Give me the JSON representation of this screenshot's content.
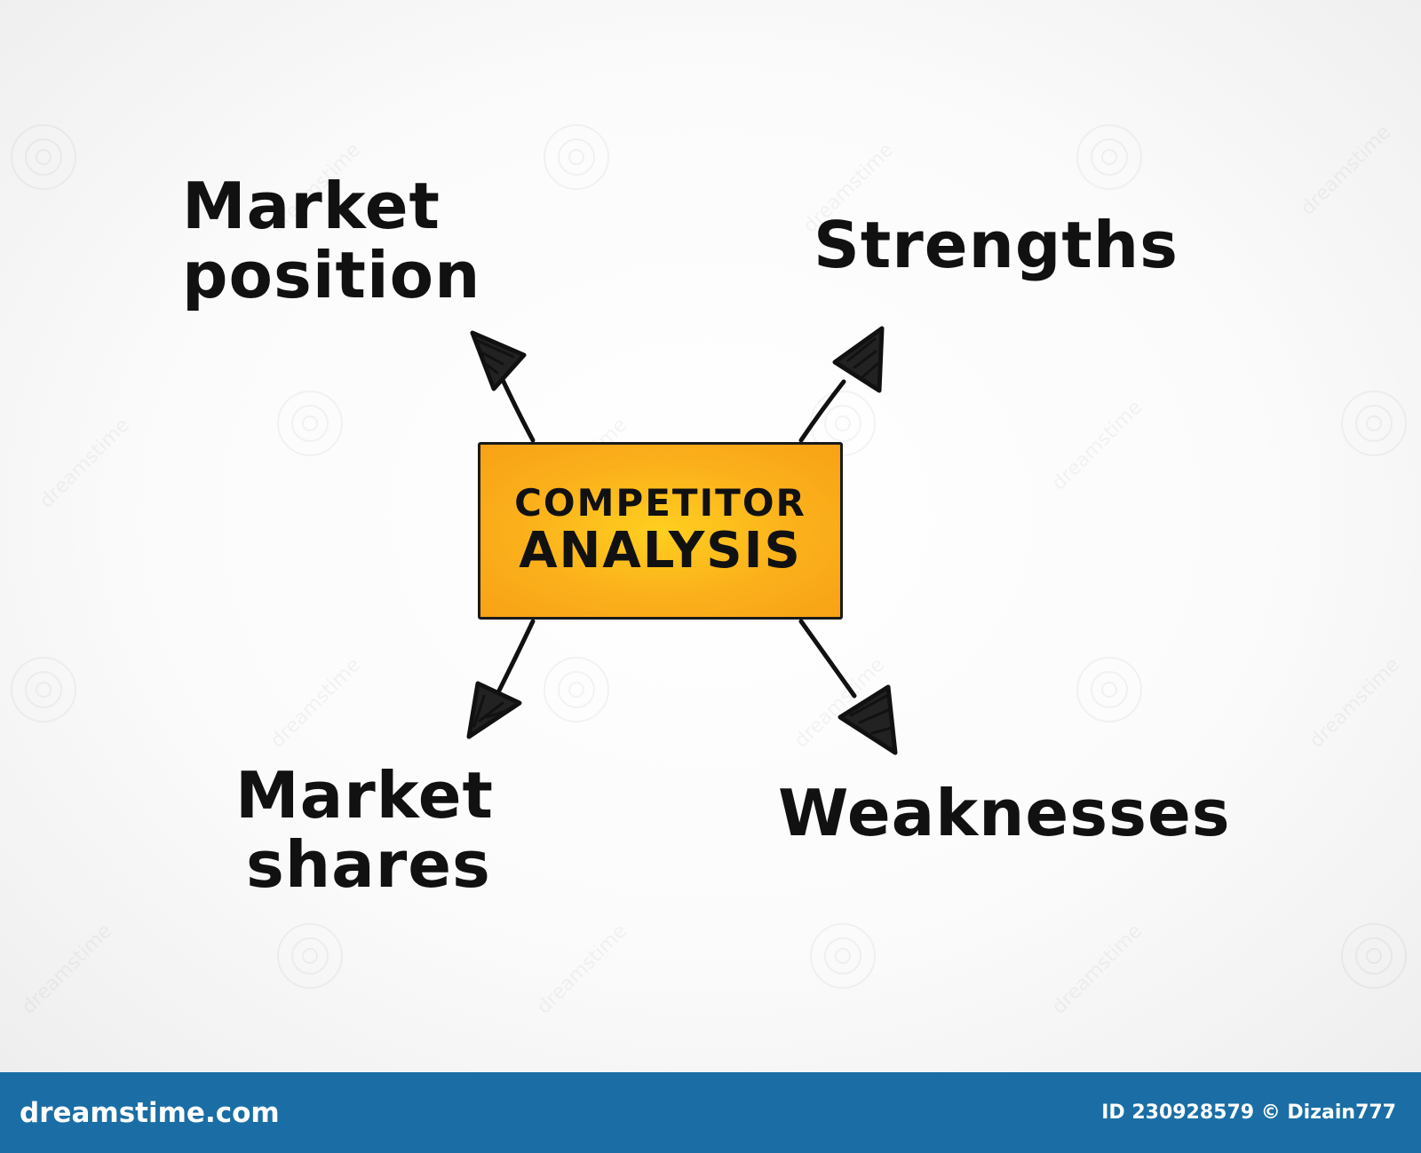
{
  "diagram": {
    "center": {
      "line1": "COMPETITOR",
      "line2": "ANALYSIS"
    },
    "branches": [
      {
        "line1": "Market",
        "line2": "position"
      },
      {
        "line1": "Strengths",
        "line2": ""
      },
      {
        "line1": "Market",
        "line2": "shares"
      },
      {
        "line1": "Weaknesses",
        "line2": ""
      }
    ]
  },
  "watermark": {
    "text": "dreamstime"
  },
  "footer": {
    "logo": "dreamstime.com",
    "stock_id": "ID 230928579 © Dizain777"
  },
  "colors": {
    "box_fill": "#fbb01b",
    "box_highlight": "#ffcf1f",
    "ink": "#111111",
    "footer_bar": "#1a6ea5"
  }
}
